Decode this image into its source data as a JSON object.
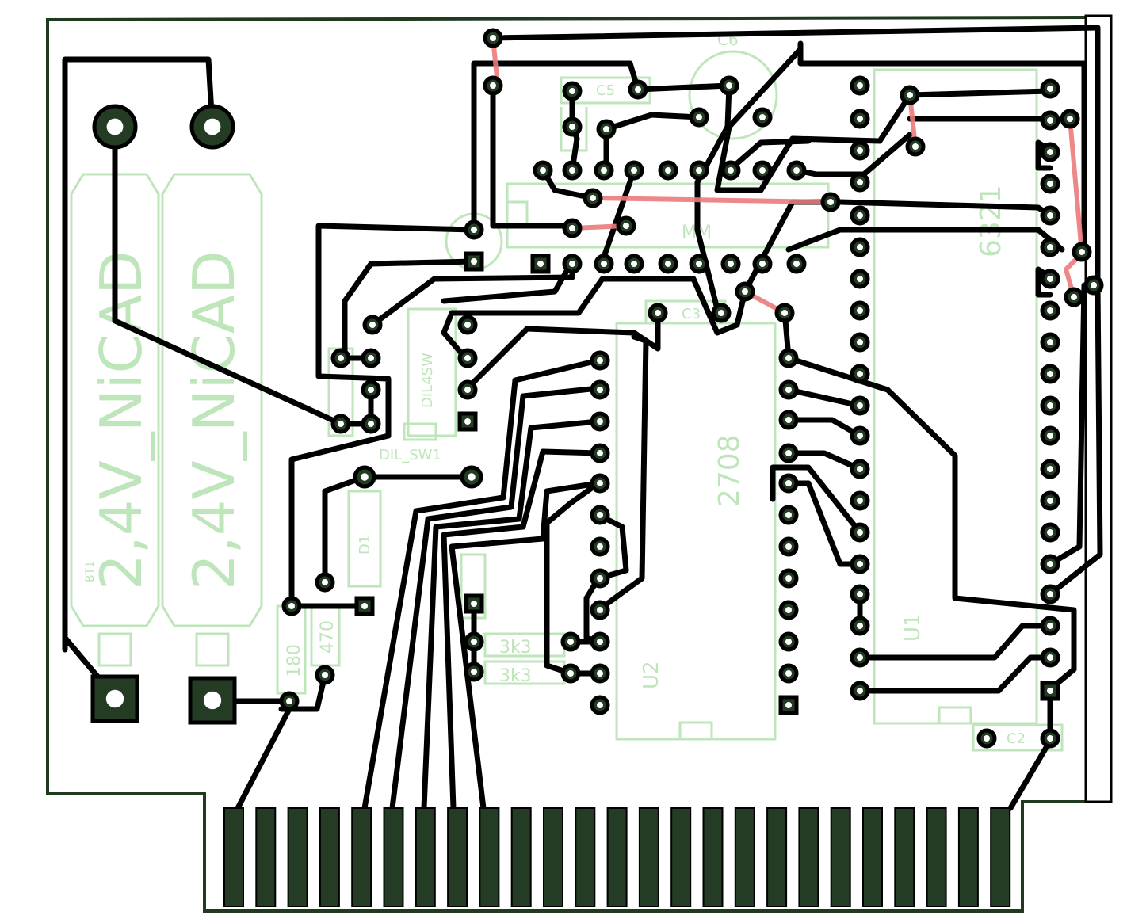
{
  "labels": {
    "bat1": "2,4V_NiCAD",
    "bat2": "2,4V_NiCAD",
    "bt1": "BT1",
    "c5": "C5",
    "c6": "C6",
    "c3": "C3",
    "c2": "C2",
    "mm": "MM",
    "ic6321": "6321",
    "ic2708": "2708",
    "u1": "U1",
    "u2": "U2",
    "dil4sw": "DIL4SW",
    "dilsw1": "DIL_SW1",
    "d1": "D1",
    "r180": "180",
    "r470": "470",
    "r3k3a": "3k3",
    "r3k3b": "3k3"
  },
  "colors": {
    "board_outline": "#1f3a1f",
    "silkscreen": "#bfe5bb",
    "copper_trace": "#000000",
    "jumper": "#ec7b7b",
    "pad_fill": "#233c23"
  }
}
